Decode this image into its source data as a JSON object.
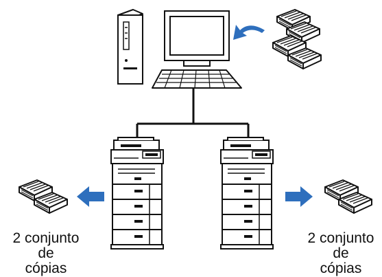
{
  "captions": {
    "left": [
      "2 conjunto",
      "de",
      "cópias"
    ],
    "right": [
      "2 conjunto",
      "de",
      "cópias"
    ]
  },
  "colors": {
    "arrow": "#2e6fbd",
    "line": "#111111",
    "device_fill": "#ffffff",
    "paper_fill": "#ffffff",
    "shade": "#e6e6e6"
  },
  "icons": [
    "computer-tower-icon",
    "monitor-icon",
    "keyboard-icon",
    "document-stack-icon",
    "printer-icon",
    "arrow-icon"
  ]
}
